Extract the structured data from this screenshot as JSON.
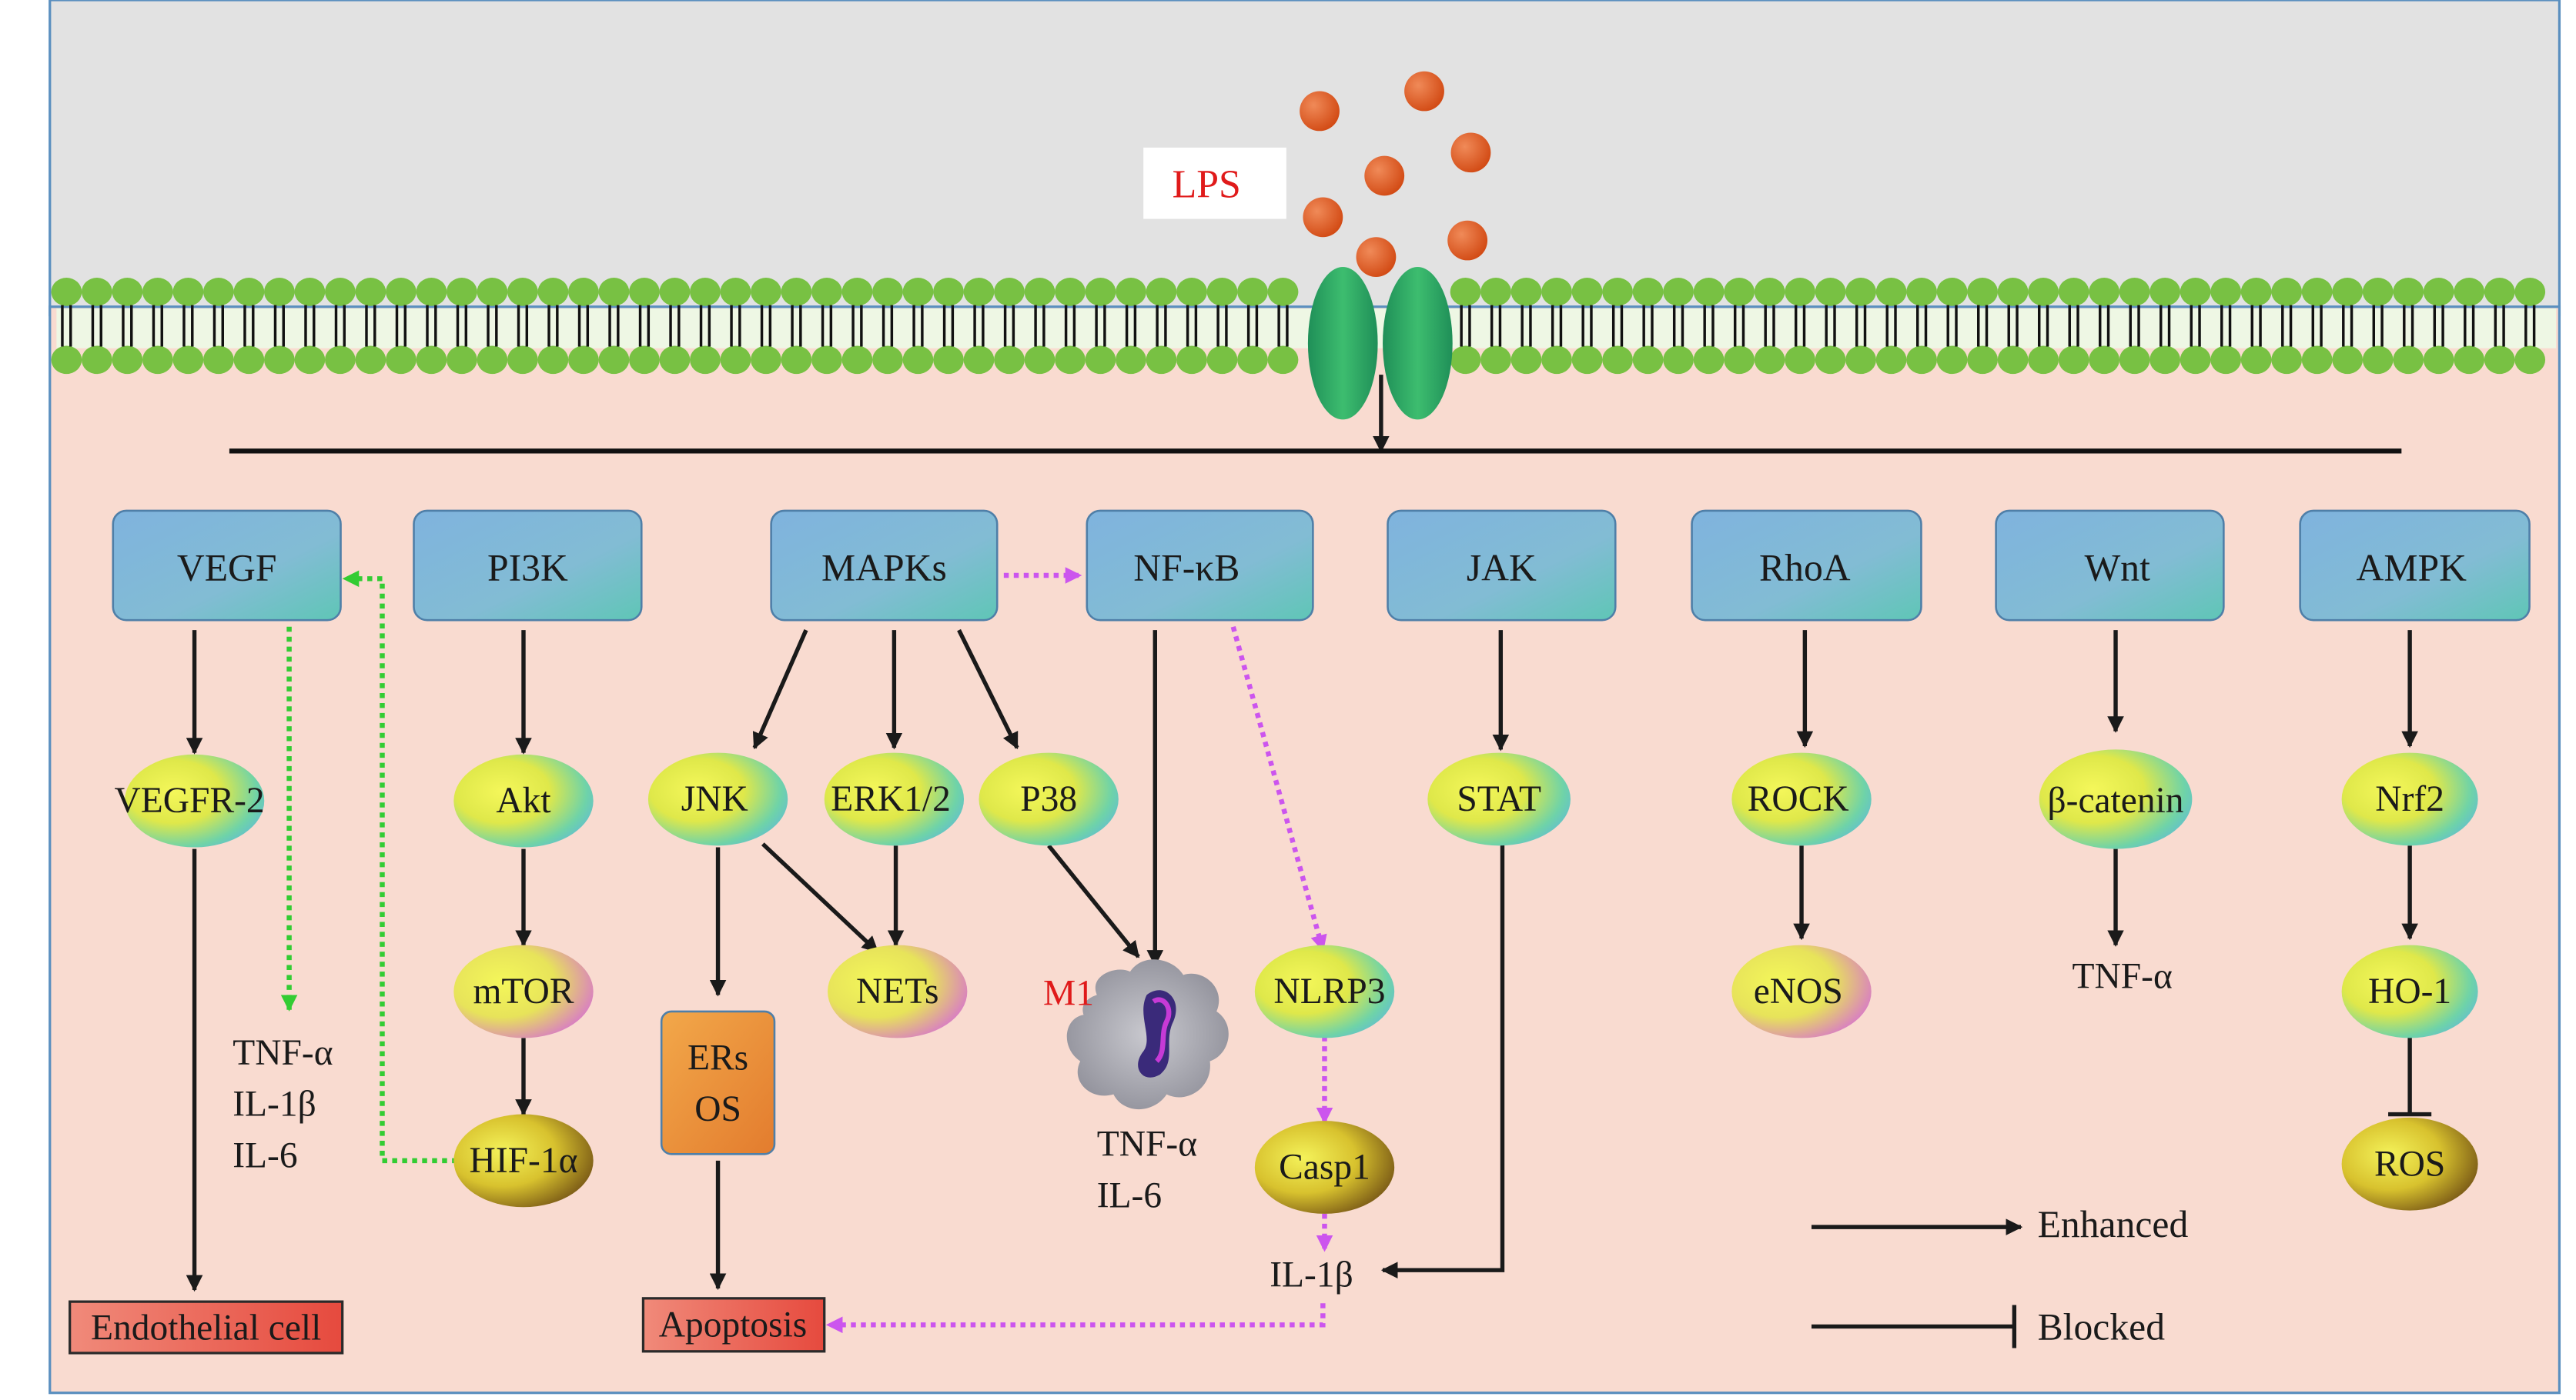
{
  "ligand": {
    "label": "LPS"
  },
  "pathways": [
    {
      "id": "vegf",
      "label": "VEGF"
    },
    {
      "id": "pi3k",
      "label": "PI3K"
    },
    {
      "id": "mapks",
      "label": "MAPKs"
    },
    {
      "id": "nfkb",
      "label": "NF-κB"
    },
    {
      "id": "jak",
      "label": "JAK"
    },
    {
      "id": "rhoa",
      "label": "RhoA"
    },
    {
      "id": "wnt",
      "label": "Wnt"
    },
    {
      "id": "ampk",
      "label": "AMPK"
    }
  ],
  "nodes": {
    "vegfr2": "VEGFR-2",
    "akt": "Akt",
    "mtor": "mTOR",
    "hif1a": "HIF-1α",
    "jnk": "JNK",
    "erk": "ERK1/2",
    "p38": "P38",
    "nets": "NETs",
    "ers_os_1": "ERs",
    "ers_os_2": "OS",
    "stat": "STAT",
    "nlrp3": "NLRP3",
    "casp1": "Casp1",
    "rock": "ROCK",
    "enos": "eNOS",
    "bcatenin": "β-catenin",
    "nrf2": "Nrf2",
    "ho1": "HO-1",
    "ros": "ROS",
    "m1": "M1"
  },
  "texts": {
    "vegf_cytokines": [
      "TNF-α",
      "IL-1β",
      "IL-6"
    ],
    "m1_cytokines": [
      "TNF-α",
      "IL-6"
    ],
    "il1b": "IL-1β",
    "wnt_output": "TNF-α"
  },
  "outcomes": {
    "endothelial": "Endothelial cell",
    "apoptosis": "Apoptosis"
  },
  "legend": {
    "enhanced": "Enhanced",
    "blocked": "Blocked"
  },
  "colors": {
    "extracellular": "#e2e2e2",
    "cytoplasm": "#f9dbd0",
    "pathway_box": "#84b8d8",
    "lps_particle": "#e0571d",
    "lps_label": "#e01a1a",
    "membrane_head": "#78c143",
    "receptor": "#2fa45e",
    "enhanced_arrow": "#1a1a1a",
    "green_dotted": "#33cc33",
    "purple_dotted": "#cc55ee",
    "outcome_box": "#ee6a5e",
    "m1_label": "#e01a1a"
  }
}
